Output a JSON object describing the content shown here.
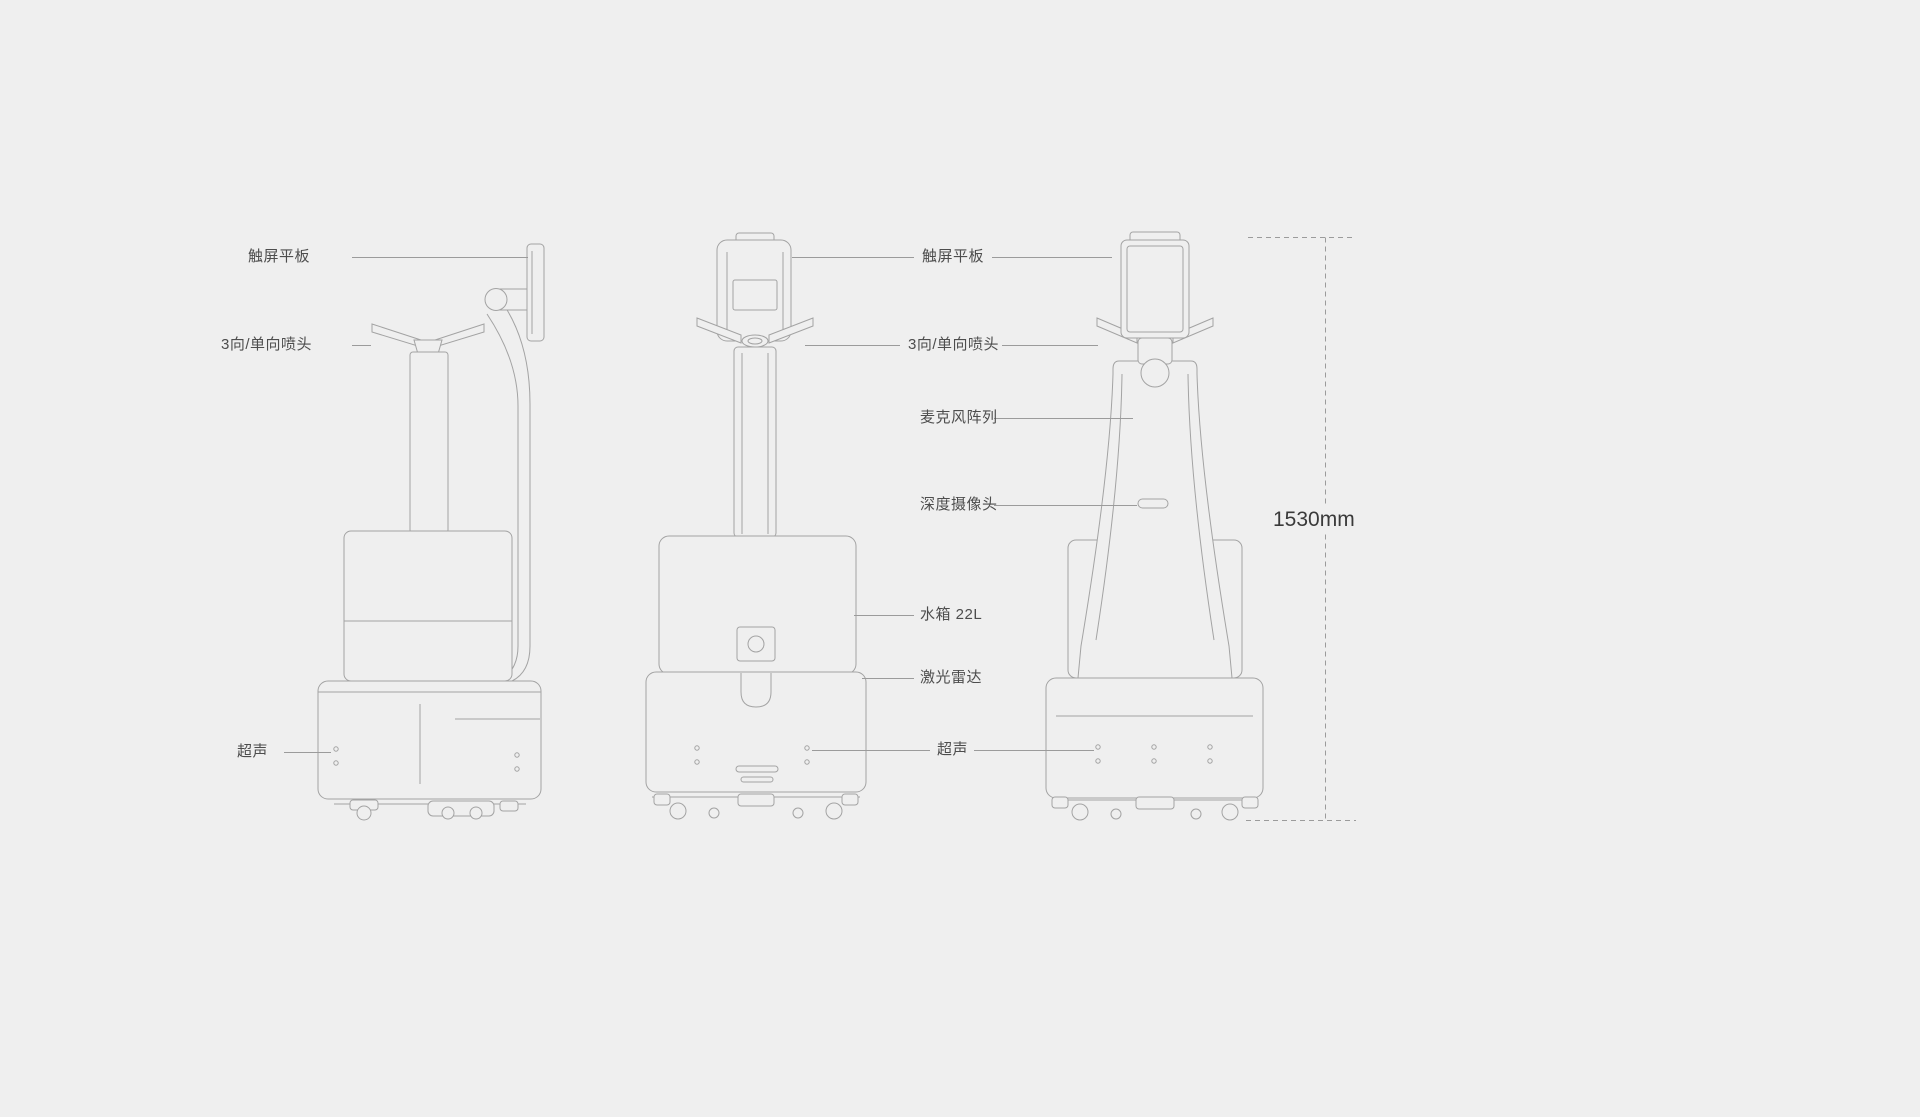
{
  "colors": {
    "background": "#efefef",
    "line": "#a3a3a3",
    "leader": "#9b9b9b",
    "text": "#4d4d4d",
    "dimension_text": "#3a3a3a"
  },
  "labels": {
    "left": {
      "touchscreen": "触屏平板",
      "nozzle": "3向/单向喷头",
      "ultrasonic": "超声"
    },
    "middle": {
      "touchscreen": "触屏平板",
      "nozzle": "3向/单向喷头",
      "mic_array": "麦克风阵列",
      "depth_camera": "深度摄像头",
      "water_tank": "水箱 22L",
      "lidar": "激光雷达",
      "ultrasonic": "超声"
    }
  },
  "dimension": {
    "height": "1530mm"
  }
}
